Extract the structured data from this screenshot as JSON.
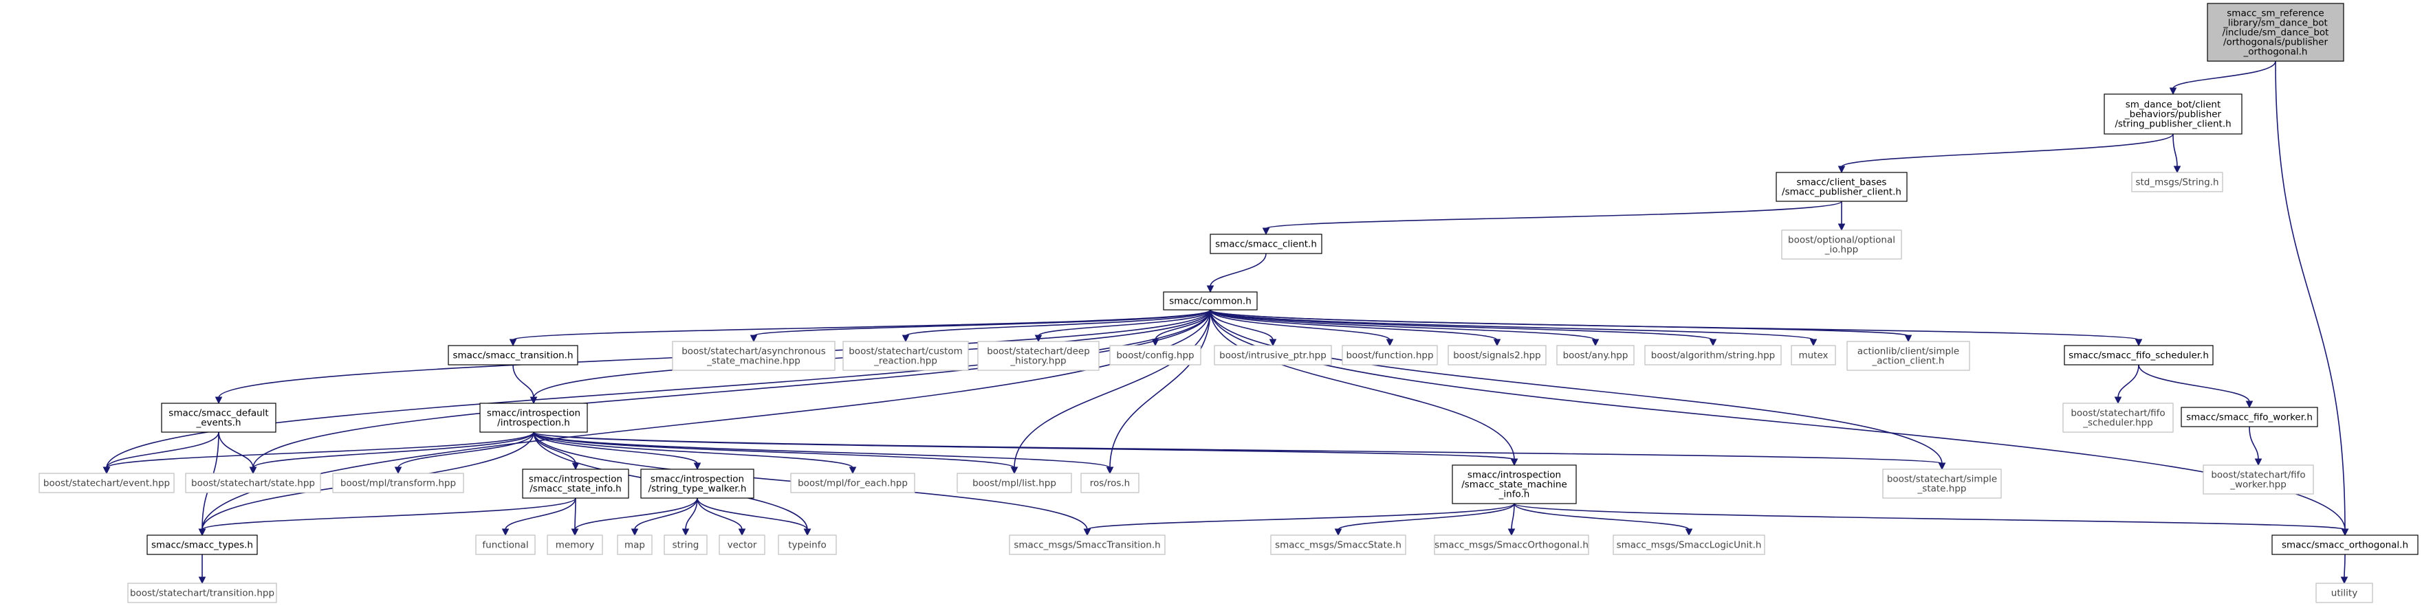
{
  "root": {
    "label_lines": [
      "smacc_sm_reference",
      "_library/sm_dance_bot",
      "/include/sm_dance_bot",
      "/orthogonals/publisher",
      "_orthogonal.h"
    ]
  },
  "nodes": {
    "string_publisher_client": {
      "label_lines": [
        "sm_dance_bot/client",
        "_behaviors/publisher",
        "/string_publisher_client.h"
      ]
    },
    "std_msgs_string": {
      "label_lines": [
        "std_msgs/String.h"
      ]
    },
    "smacc_publisher_client": {
      "label_lines": [
        "smacc/client_bases",
        "/smacc_publisher_client.h"
      ]
    },
    "optional_io": {
      "label_lines": [
        "boost/optional/optional",
        "_io.hpp"
      ]
    },
    "smacc_client": {
      "label_lines": [
        "smacc/smacc_client.h"
      ]
    },
    "common": {
      "label_lines": [
        "smacc/common.h"
      ]
    },
    "default_events": {
      "label_lines": [
        "smacc/smacc_default",
        "_events.h"
      ]
    },
    "smacc_transition": {
      "label_lines": [
        "smacc/smacc_transition.h"
      ]
    },
    "introspection": {
      "label_lines": [
        "smacc/introspection",
        "/introspection.h"
      ]
    },
    "async_sm": {
      "label_lines": [
        "boost/statechart/asynchronous",
        "_state_machine.hpp"
      ]
    },
    "custom_reaction": {
      "label_lines": [
        "boost/statechart/custom",
        "_reaction.hpp"
      ]
    },
    "deep_history": {
      "label_lines": [
        "boost/statechart/deep",
        "_history.hpp"
      ]
    },
    "config": {
      "label_lines": [
        "boost/config.hpp"
      ]
    },
    "intrusive_ptr": {
      "label_lines": [
        "boost/intrusive_ptr.hpp"
      ]
    },
    "function": {
      "label_lines": [
        "boost/function.hpp"
      ]
    },
    "signals2": {
      "label_lines": [
        "boost/signals2.hpp"
      ]
    },
    "any": {
      "label_lines": [
        "boost/any.hpp"
      ]
    },
    "algorithm_string": {
      "label_lines": [
        "boost/algorithm/string.hpp"
      ]
    },
    "mutex": {
      "label_lines": [
        "mutex"
      ]
    },
    "simple_action_client": {
      "label_lines": [
        "actionlib/client/simple",
        "_action_client.h"
      ]
    },
    "fifo_scheduler": {
      "label_lines": [
        "smacc/smacc_fifo_scheduler.h"
      ]
    },
    "sc_fifo_scheduler": {
      "label_lines": [
        "boost/statechart/fifo",
        "_scheduler.hpp"
      ]
    },
    "fifo_worker": {
      "label_lines": [
        "smacc/smacc_fifo_worker.h"
      ]
    },
    "sc_fifo_worker": {
      "label_lines": [
        "boost/statechart/fifo",
        "_worker.hpp"
      ]
    },
    "event": {
      "label_lines": [
        "boost/statechart/event.hpp"
      ]
    },
    "state": {
      "label_lines": [
        "boost/statechart/state.hpp"
      ]
    },
    "transform": {
      "label_lines": [
        "boost/mpl/transform.hpp"
      ]
    },
    "state_info": {
      "label_lines": [
        "smacc/introspection",
        "/smacc_state_info.h"
      ]
    },
    "type_walker": {
      "label_lines": [
        "smacc/introspection",
        "/string_type_walker.h"
      ]
    },
    "for_each": {
      "label_lines": [
        "boost/mpl/for_each.hpp"
      ]
    },
    "list": {
      "label_lines": [
        "boost/mpl/list.hpp"
      ]
    },
    "ros": {
      "label_lines": [
        "ros/ros.h"
      ]
    },
    "state_machine_info": {
      "label_lines": [
        "smacc/introspection",
        "/smacc_state_machine",
        "_info.h"
      ]
    },
    "simple_state": {
      "label_lines": [
        "boost/statechart/simple",
        "_state.hpp"
      ]
    },
    "smacc_types": {
      "label_lines": [
        "smacc/smacc_types.h"
      ]
    },
    "functional": {
      "label_lines": [
        "functional"
      ]
    },
    "memory": {
      "label_lines": [
        "memory"
      ]
    },
    "map": {
      "label_lines": [
        "map"
      ]
    },
    "string": {
      "label_lines": [
        "string"
      ]
    },
    "vector": {
      "label_lines": [
        "vector"
      ]
    },
    "typeinfo": {
      "label_lines": [
        "typeinfo"
      ]
    },
    "smacc_transition_msg": {
      "label_lines": [
        "smacc_msgs/SmaccTransition.h"
      ]
    },
    "smacc_state_msg": {
      "label_lines": [
        "smacc_msgs/SmaccState.h"
      ]
    },
    "smacc_orthogonal_msg": {
      "label_lines": [
        "smacc_msgs/SmaccOrthogonal.h"
      ]
    },
    "smacc_logic_unit_msg": {
      "label_lines": [
        "smacc_msgs/SmaccLogicUnit.h"
      ]
    },
    "smacc_orthogonal": {
      "label_lines": [
        "smacc/smacc_orthogonal.h"
      ]
    },
    "transition_hpp": {
      "label_lines": [
        "boost/statechart/transition.hpp"
      ]
    },
    "utility": {
      "label_lines": [
        "utility"
      ]
    }
  },
  "edges": [
    [
      "root",
      "string_publisher_client"
    ],
    [
      "root",
      "smacc_orthogonal"
    ],
    [
      "string_publisher_client",
      "std_msgs_string"
    ],
    [
      "string_publisher_client",
      "smacc_publisher_client"
    ],
    [
      "smacc_publisher_client",
      "optional_io"
    ],
    [
      "smacc_publisher_client",
      "smacc_client"
    ],
    [
      "smacc_client",
      "common"
    ],
    [
      "common",
      "default_events"
    ],
    [
      "common",
      "smacc_transition"
    ],
    [
      "common",
      "introspection"
    ],
    [
      "common",
      "async_sm"
    ],
    [
      "common",
      "custom_reaction"
    ],
    [
      "common",
      "deep_history"
    ],
    [
      "common",
      "config"
    ],
    [
      "common",
      "intrusive_ptr"
    ],
    [
      "common",
      "function"
    ],
    [
      "common",
      "signals2"
    ],
    [
      "common",
      "any"
    ],
    [
      "common",
      "algorithm_string"
    ],
    [
      "common",
      "mutex"
    ],
    [
      "common",
      "simple_action_client"
    ],
    [
      "common",
      "fifo_scheduler"
    ],
    [
      "common",
      "smacc_orthogonal"
    ],
    [
      "common",
      "event"
    ],
    [
      "common",
      "state"
    ],
    [
      "common",
      "smacc_types"
    ],
    [
      "common",
      "ros"
    ],
    [
      "common",
      "list"
    ],
    [
      "common",
      "state_machine_info"
    ],
    [
      "common",
      "simple_state"
    ],
    [
      "fifo_scheduler",
      "sc_fifo_scheduler"
    ],
    [
      "fifo_scheduler",
      "fifo_worker"
    ],
    [
      "fifo_worker",
      "sc_fifo_worker"
    ],
    [
      "default_events",
      "event"
    ],
    [
      "default_events",
      "state"
    ],
    [
      "default_events",
      "smacc_types"
    ],
    [
      "smacc_transition",
      "introspection"
    ],
    [
      "introspection",
      "event"
    ],
    [
      "introspection",
      "state"
    ],
    [
      "introspection",
      "transform"
    ],
    [
      "introspection",
      "state_info"
    ],
    [
      "introspection",
      "type_walker"
    ],
    [
      "introspection",
      "for_each"
    ],
    [
      "introspection",
      "list"
    ],
    [
      "introspection",
      "ros"
    ],
    [
      "introspection",
      "typeinfo"
    ],
    [
      "introspection",
      "smacc_transition_msg"
    ],
    [
      "introspection",
      "state_machine_info"
    ],
    [
      "introspection",
      "simple_state"
    ],
    [
      "introspection",
      "smacc_types"
    ],
    [
      "state_info",
      "smacc_types"
    ],
    [
      "state_info",
      "functional"
    ],
    [
      "state_info",
      "memory"
    ],
    [
      "type_walker",
      "memory"
    ],
    [
      "type_walker",
      "map"
    ],
    [
      "type_walker",
      "string"
    ],
    [
      "type_walker",
      "vector"
    ],
    [
      "type_walker",
      "typeinfo"
    ],
    [
      "state_machine_info",
      "smacc_transition_msg"
    ],
    [
      "state_machine_info",
      "smacc_state_msg"
    ],
    [
      "state_machine_info",
      "smacc_orthogonal_msg"
    ],
    [
      "state_machine_info",
      "smacc_logic_unit_msg"
    ],
    [
      "state_machine_info",
      "smacc_orthogonal"
    ],
    [
      "smacc_types",
      "transition_hpp"
    ],
    [
      "smacc_orthogonal",
      "utility"
    ]
  ]
}
